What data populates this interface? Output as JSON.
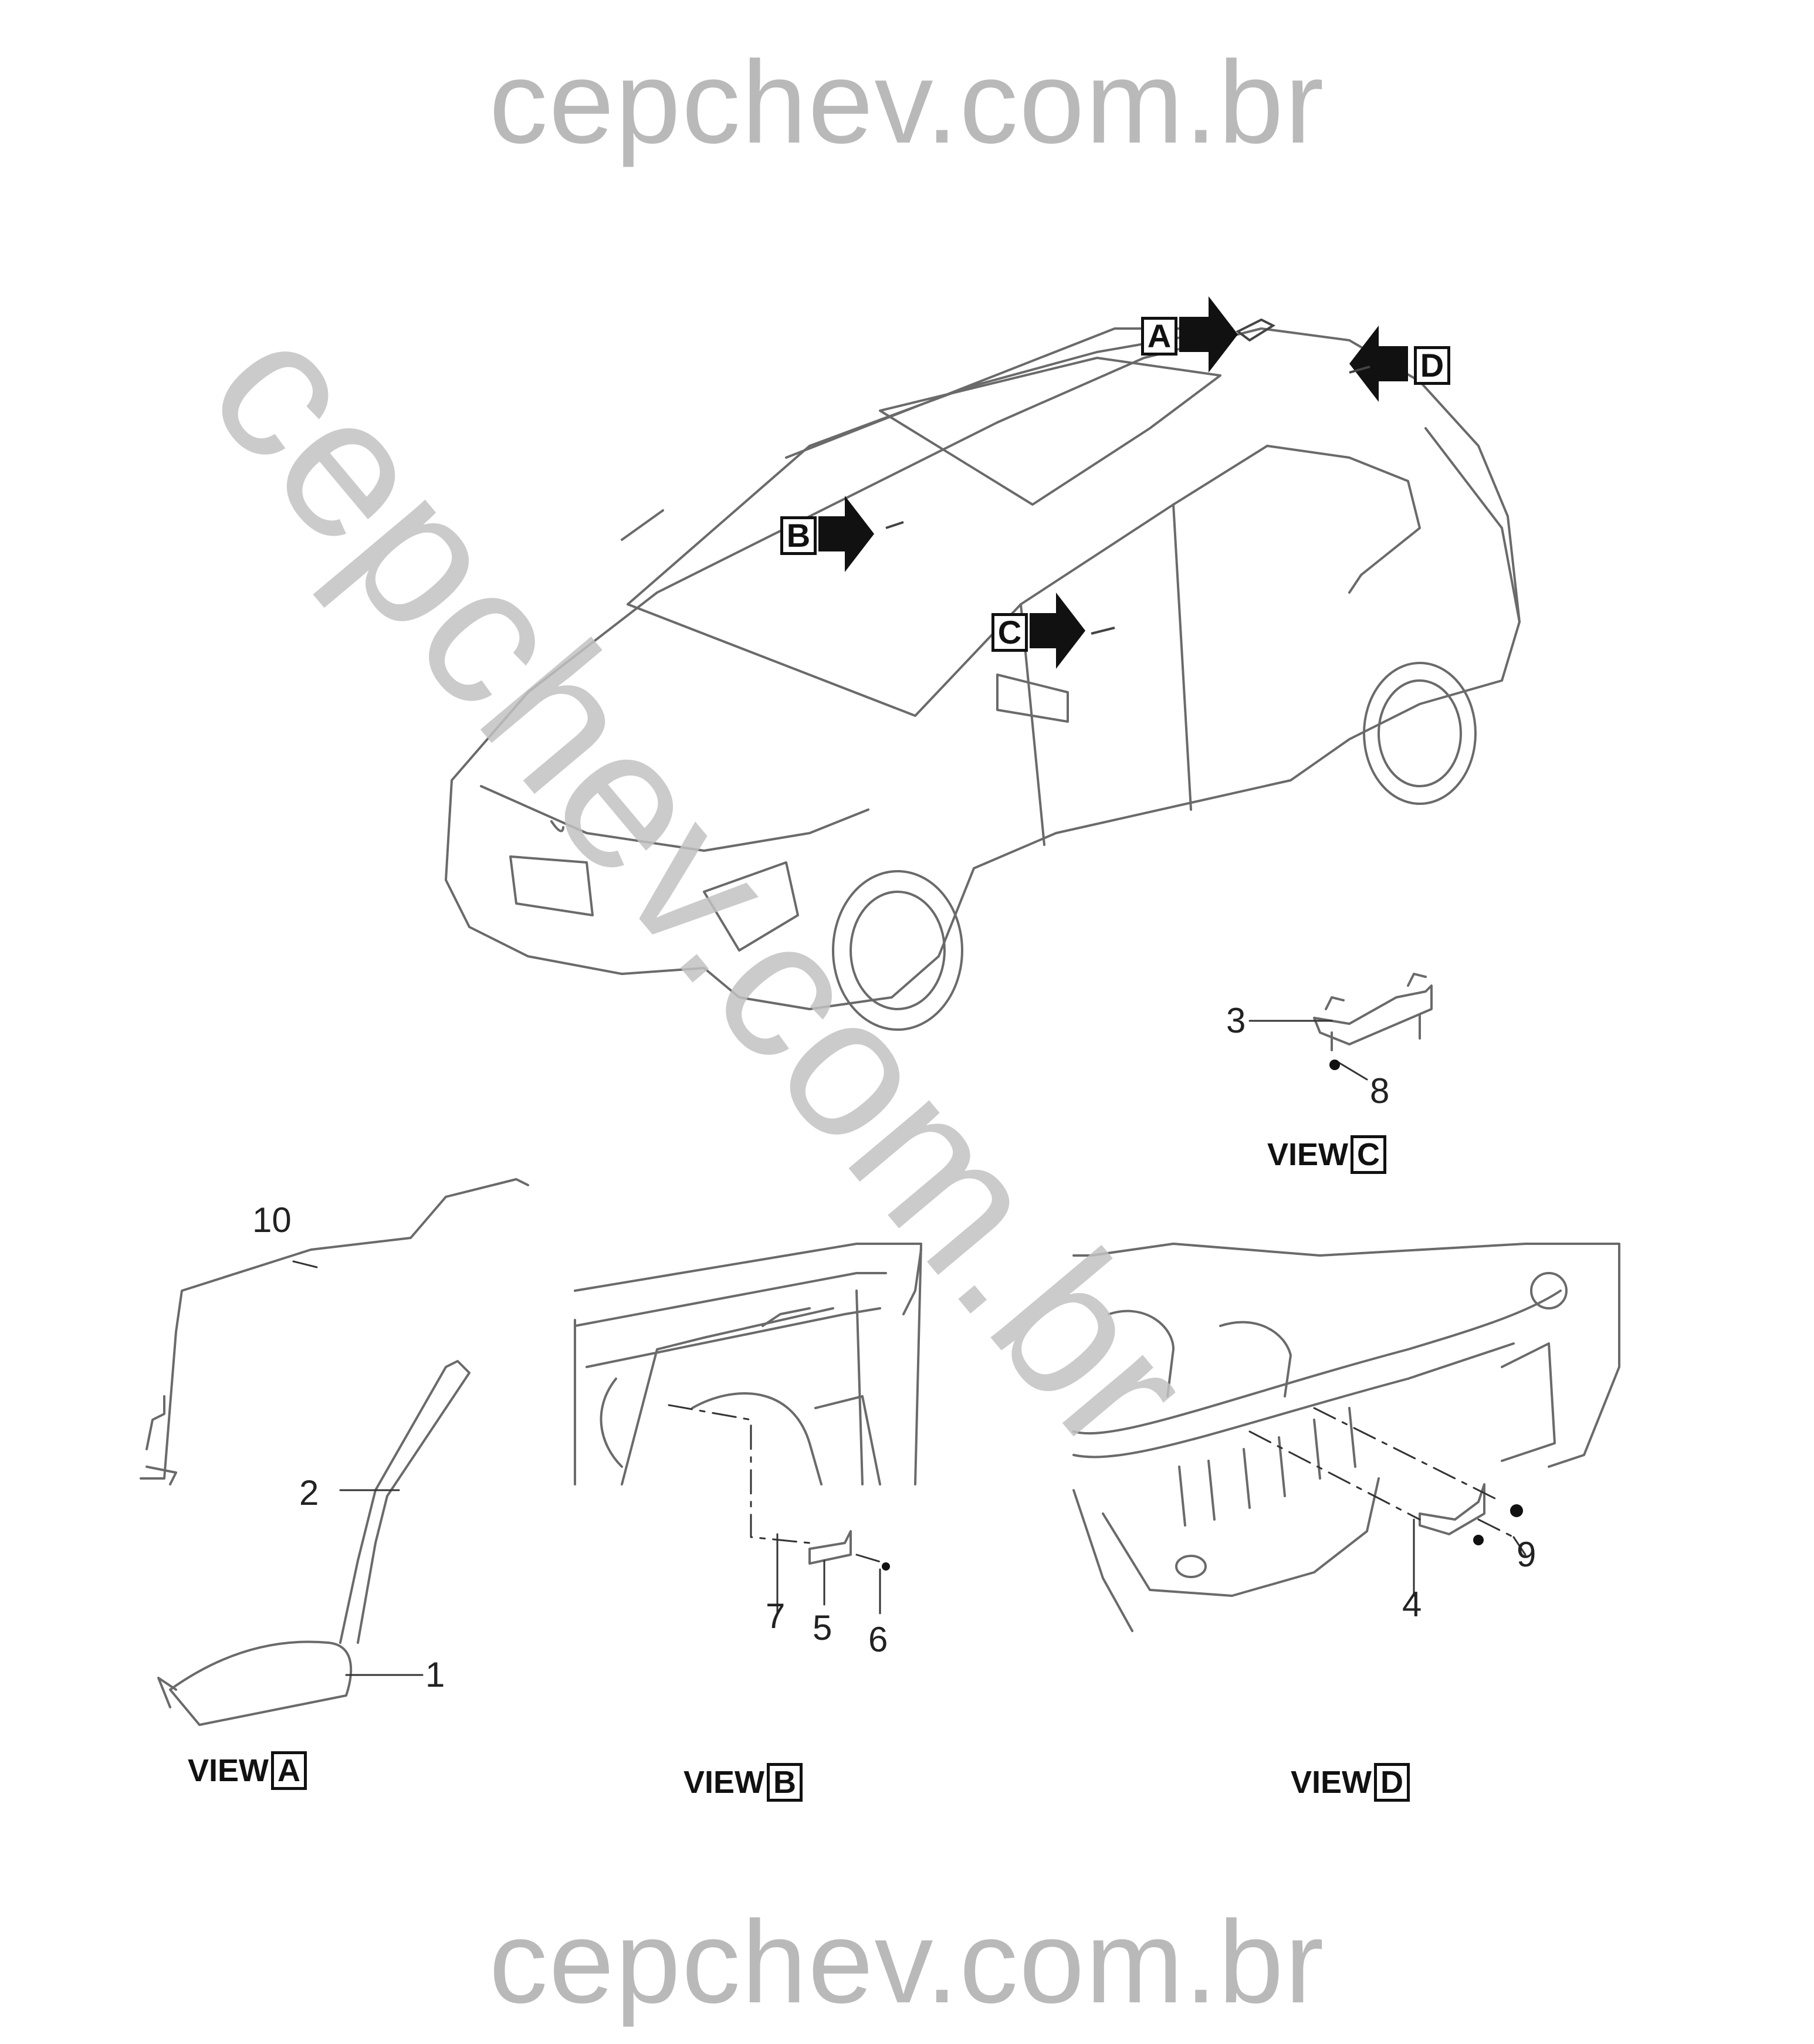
{
  "watermark": {
    "top": "cepchev.com.br",
    "bottom": "cepchev.com.br",
    "diagonal": "cepchev.com.br"
  },
  "view_markers": [
    "A",
    "B",
    "C",
    "D"
  ],
  "views": {
    "a": {
      "prefix": "VIEW",
      "letter": "A"
    },
    "b": {
      "prefix": "VIEW",
      "letter": "B"
    },
    "c": {
      "prefix": "VIEW",
      "letter": "C"
    },
    "d": {
      "prefix": "VIEW",
      "letter": "D"
    }
  },
  "callouts": {
    "c1": "1",
    "c2": "2",
    "c3": "3",
    "c4": "4",
    "c5": "5",
    "c6": "6",
    "c7": "7",
    "c8": "8",
    "c9": "9",
    "c10": "10"
  },
  "colors": {
    "line": "#6a6a6a",
    "dark": "#111111",
    "watermark": "#b9b9b9"
  }
}
